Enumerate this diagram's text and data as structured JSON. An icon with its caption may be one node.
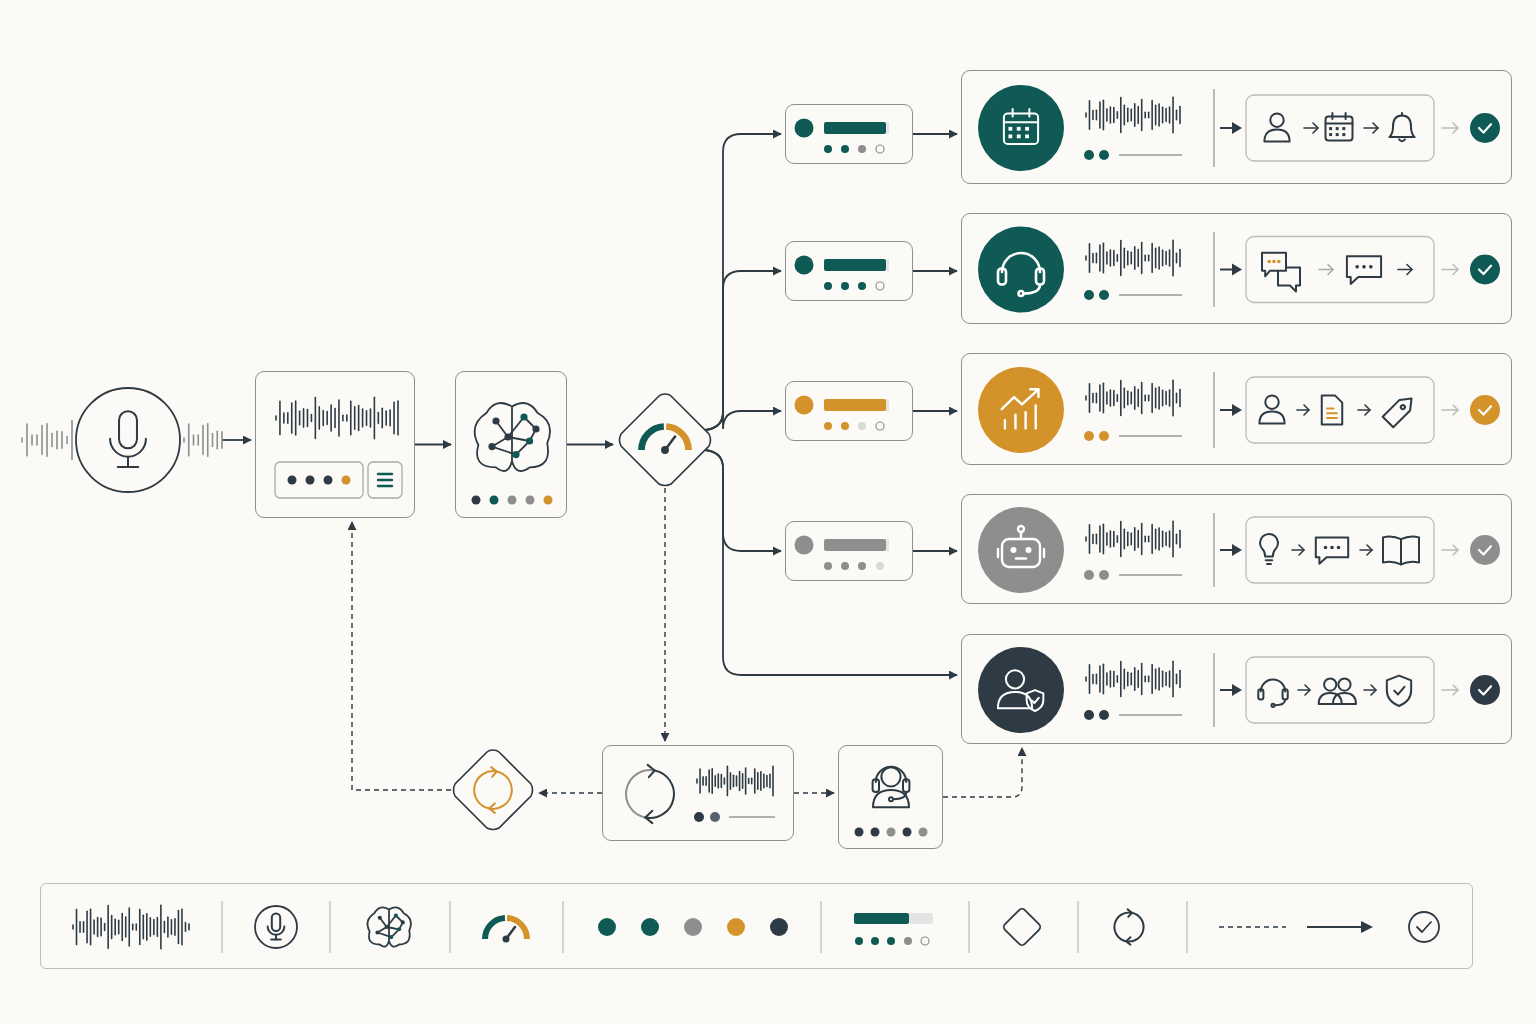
{
  "diagram": {
    "nodes": [
      {
        "text": [],
        "shape": "circle"
      },
      {
        "text": [],
        "shape": "box"
      },
      {
        "text": [],
        "shape": "box"
      },
      {
        "text": [],
        "shape": "diamond"
      },
      {
        "text": [],
        "shape": "box"
      },
      {
        "text": [],
        "shape": "box"
      },
      {
        "text": [],
        "shape": "box"
      },
      {
        "text": [],
        "shape": "box"
      },
      {
        "text": [],
        "shape": "box"
      },
      {
        "text": [],
        "shape": "box"
      },
      {
        "text": [],
        "shape": "box"
      },
      {
        "text": [],
        "shape": "box"
      },
      {
        "text": [],
        "shape": "box"
      },
      {
        "text": [],
        "shape": "box"
      },
      {
        "text": [],
        "shape": "diamond"
      },
      {
        "text": [],
        "shape": "box"
      }
    ],
    "edges": [
      {
        "from": 0,
        "to": 1,
        "arrow": "to"
      },
      {
        "from": 1,
        "to": 2,
        "arrow": "to"
      },
      {
        "from": 2,
        "to": 3,
        "arrow": "to"
      },
      {
        "from": 3,
        "to": 4,
        "arrow": "to"
      },
      {
        "from": 3,
        "to": 5,
        "arrow": "to"
      },
      {
        "from": 3,
        "to": 6,
        "arrow": "to"
      },
      {
        "from": 3,
        "to": 7,
        "arrow": "to"
      },
      {
        "from": 3,
        "to": 12,
        "arrow": "to"
      },
      {
        "from": 4,
        "to": 8,
        "arrow": "to"
      },
      {
        "from": 5,
        "to": 9,
        "arrow": "to"
      },
      {
        "from": 6,
        "to": 10,
        "arrow": "to"
      },
      {
        "from": 7,
        "to": 11,
        "arrow": "to"
      },
      {
        "from": 3,
        "to": 13,
        "arrow": "to",
        "style": "dashed"
      },
      {
        "from": 13,
        "to": 14,
        "arrow": "to",
        "style": "dashed"
      },
      {
        "from": 14,
        "to": 1,
        "arrow": "to",
        "style": "dashed"
      },
      {
        "from": 13,
        "to": 15,
        "arrow": "to",
        "style": "dashed"
      },
      {
        "from": 15,
        "to": 12,
        "arrow": "to",
        "style": "dashed"
      }
    ]
  }
}
